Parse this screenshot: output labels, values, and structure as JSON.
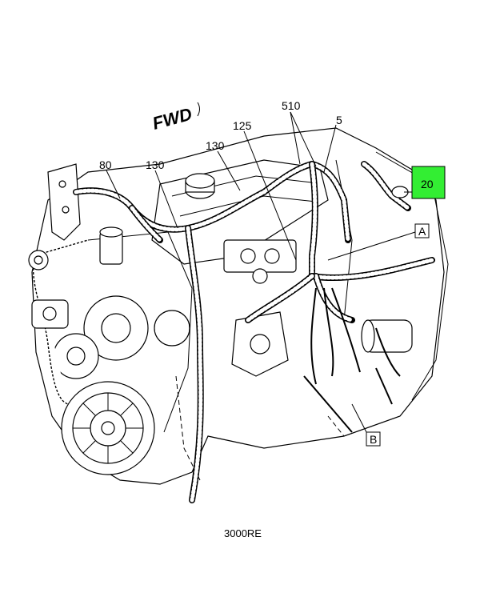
{
  "diagram": {
    "fwd_label": "FWD",
    "drawing_code": "3000RE",
    "callouts": [
      {
        "id": "c80",
        "text": "80"
      },
      {
        "id": "c130a",
        "text": "130"
      },
      {
        "id": "c130b",
        "text": "130"
      },
      {
        "id": "c125",
        "text": "125"
      },
      {
        "id": "c510",
        "text": "510"
      },
      {
        "id": "c5",
        "text": "5"
      },
      {
        "id": "c20",
        "text": "20",
        "highlight_color": "#33ee33"
      }
    ],
    "view_refs": [
      {
        "id": "A",
        "text": "A"
      },
      {
        "id": "B",
        "text": "B"
      }
    ]
  }
}
